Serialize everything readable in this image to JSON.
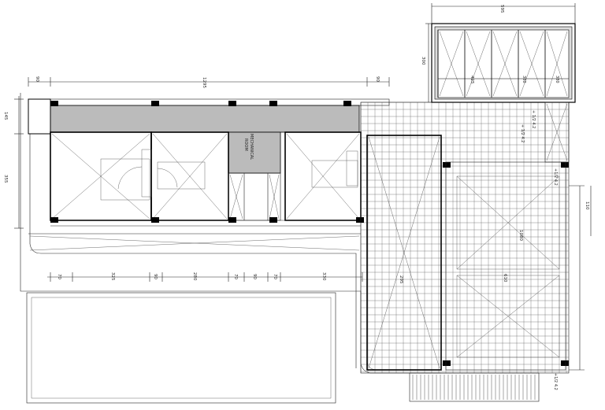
{
  "drawing": {
    "room_label_line1": "MECHANICAL",
    "room_label_line2": "ROOM",
    "dims_top": {
      "overall": "1295",
      "left_margin": "90",
      "right_margin": "90",
      "annex_width": "595",
      "annex_height": "300",
      "annex_inner": "425"
    },
    "dims_left": {
      "upper": "145",
      "lower": "355"
    },
    "dims_bottom": [
      "70",
      "325",
      "90",
      "280",
      "70",
      "90",
      "70",
      "330"
    ],
    "dims_right": {
      "step": "110",
      "deck": "1080",
      "deck_width": "610",
      "stair": "295"
    },
    "level_tags": [
      "+ 1/2 4.2",
      "+ 1/2 4.2",
      "+1/2 4.2",
      "+1/2 4.2"
    ],
    "small_tags": [
      "380",
      "380"
    ]
  }
}
